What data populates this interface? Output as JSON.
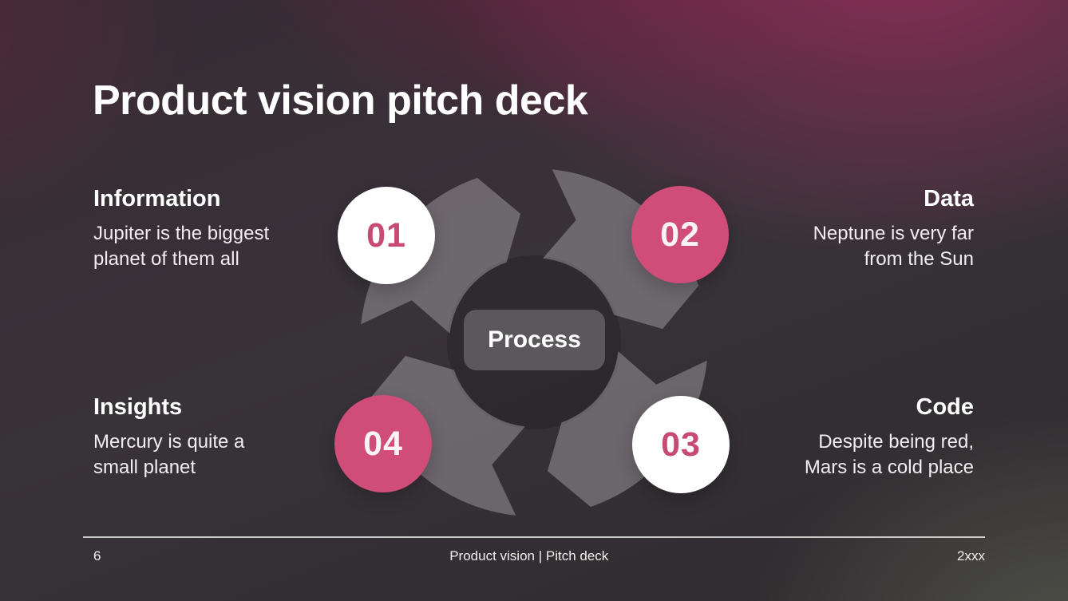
{
  "slide_title": "Product vision pitch deck",
  "sections": [
    {
      "title": "Information",
      "body": "Jupiter is the biggest\nplanet of them all"
    },
    {
      "title": "Data",
      "body": "Neptune is very far\nfrom the Sun"
    },
    {
      "title": "Insights",
      "body": "Mercury is quite a\nsmall planet"
    },
    {
      "title": "Code",
      "body": "Despite being red,\nMars is a cold place"
    }
  ],
  "process": {
    "center_label": "Process",
    "steps": [
      {
        "number": "01",
        "variant": "white"
      },
      {
        "number": "02",
        "variant": "pink"
      },
      {
        "number": "03",
        "variant": "white"
      },
      {
        "number": "04",
        "variant": "pink"
      }
    ]
  },
  "footer": {
    "page_number": "6",
    "doc_title": "Product vision | Pitch deck",
    "year": "2xxx"
  },
  "colors": {
    "accent_pink": "#cf4d78",
    "number_on_white": "#c64a74",
    "number_on_pink": "#f9f3f6",
    "circle_white": "#ffffff",
    "ring_segment": "rgba(214,208,214,0.34)",
    "ring_center": "rgba(8,4,8,0.18)",
    "process_box": "#5b575c"
  }
}
